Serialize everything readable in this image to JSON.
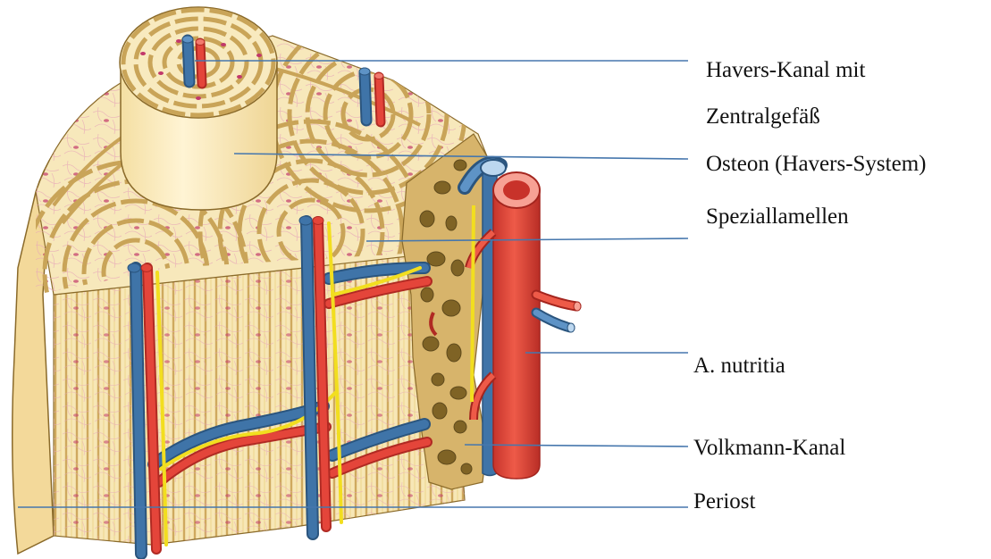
{
  "labels": {
    "havers_kanal_line1": "Havers-Kanal mit",
    "havers_kanal_line2": "Zentralgefäß",
    "osteon": "Osteon (Havers-System)",
    "speziallamellen": "Speziallamellen",
    "a_nutritia": "A. nutritia",
    "volkmann_kanal": "Volkmann-Kanal",
    "periost": "Periost"
  },
  "colors": {
    "bone_fill": "#f6e6b4",
    "bone_light": "#fbf1d2",
    "lamella_stroke": "#c9a458",
    "osteocyte": "#c2386a",
    "canaliculi": "#e5a3b6",
    "artery": "#e4453a",
    "artery_dark": "#b02a23",
    "vein": "#3f74a8",
    "vein_dark": "#2b557e",
    "nerve": "#f2de1f",
    "spongy": "#c9a25a",
    "spongy_hole": "#7f6325",
    "leader_line": "#4677ad"
  }
}
